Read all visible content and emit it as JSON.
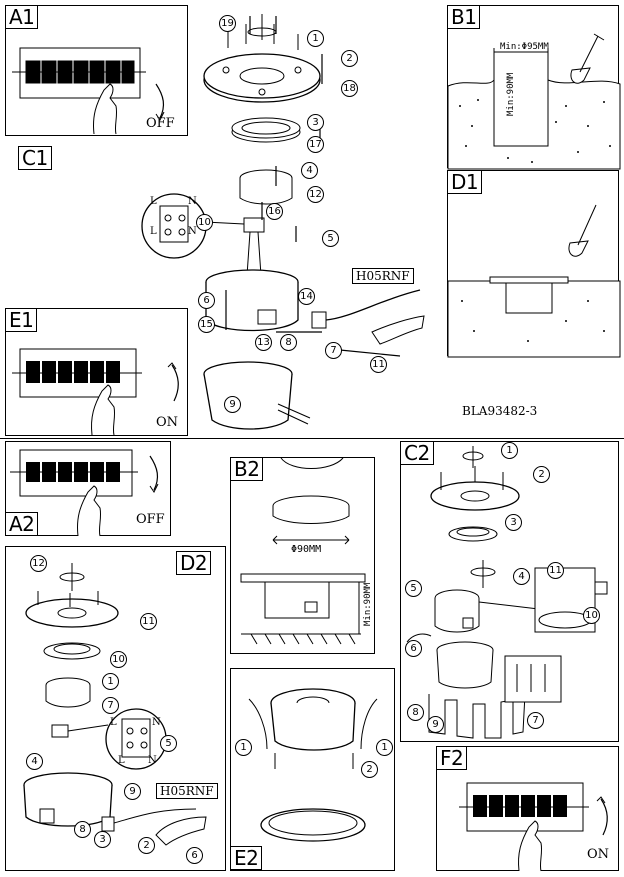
{
  "panels": {
    "A1": {
      "label": "A1",
      "state": "OFF"
    },
    "B1": {
      "label": "B1",
      "min_diameter": "Min:Φ95MM",
      "min_depth": "Min:90MM"
    },
    "C1": {
      "label": "C1",
      "cable_type": "H05RNF",
      "terminal_l_top": "L",
      "terminal_n_top": "N",
      "terminal_l_bottom": "L",
      "terminal_n_bottom": "N"
    },
    "D1": {
      "label": "D1"
    },
    "E1": {
      "label": "E1",
      "state": "ON"
    },
    "A2": {
      "label": "A2",
      "state": "OFF"
    },
    "B2": {
      "label": "B2",
      "diameter": "Φ90MM",
      "min_depth": "Min:90MM"
    },
    "C2": {
      "label": "C2"
    },
    "D2": {
      "label": "D2",
      "cable_type": "H05RNF",
      "terminal_l_top": "L",
      "terminal_n_top": "N",
      "terminal_l_bottom": "L",
      "terminal_n_bottom": "N"
    },
    "E2": {
      "label": "E2"
    },
    "F2": {
      "label": "F2",
      "state": "ON"
    }
  },
  "model_code": "BLA93482-3",
  "steps": {
    "C1": [
      "19",
      "1",
      "2",
      "18",
      "3",
      "17",
      "4",
      "12",
      "16",
      "10",
      "5",
      "6",
      "15",
      "14",
      "13",
      "8",
      "7",
      "11",
      "9"
    ],
    "C2": [
      "1",
      "2",
      "3",
      "4",
      "11",
      "5",
      "10",
      "6",
      "7",
      "8",
      "9"
    ],
    "D2": [
      "12",
      "11",
      "10",
      "1",
      "7",
      "5",
      "4",
      "9",
      "8",
      "3",
      "2",
      "6"
    ],
    "E2": [
      "1",
      "1",
      "2"
    ]
  }
}
